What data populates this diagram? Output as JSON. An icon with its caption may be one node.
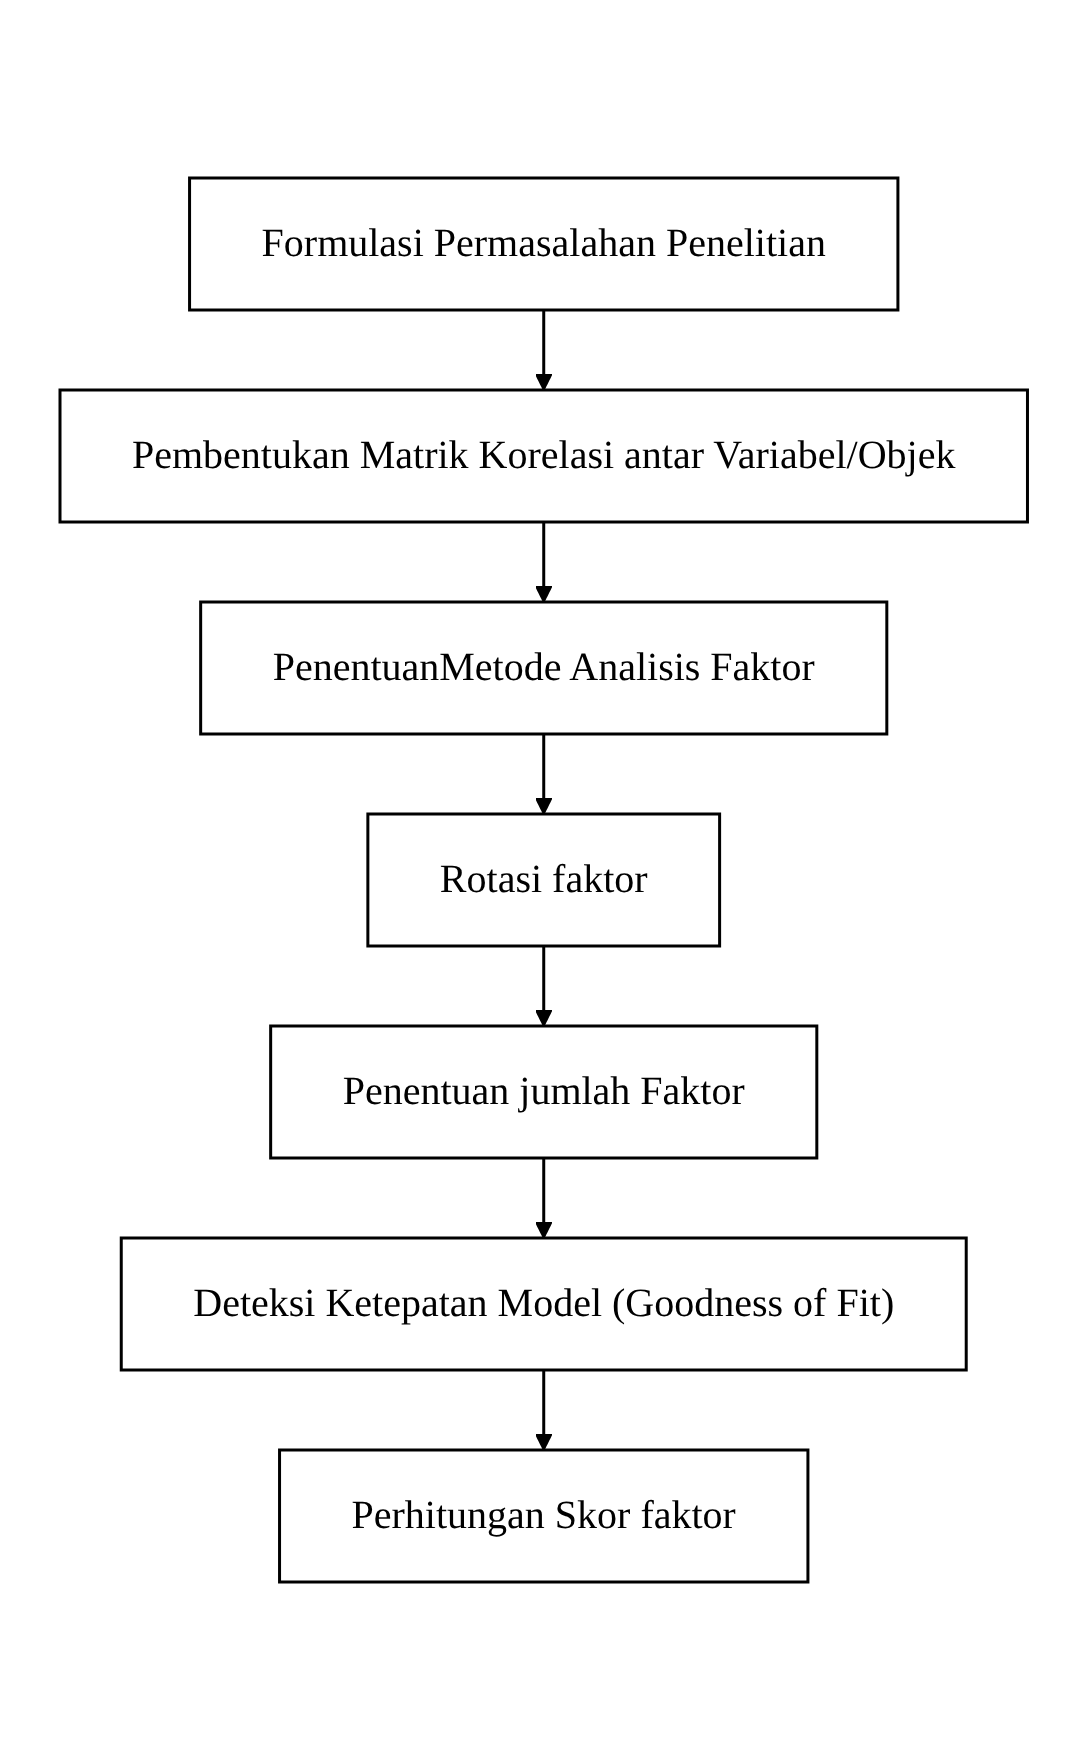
{
  "diagram": {
    "nodes": [
      {
        "text": [
          "Formulasi Permasalahan Penelitian"
        ]
      },
      {
        "text": [
          "Pembentukan Matrik Korelasi antar Variabel/Objek"
        ]
      },
      {
        "text": [
          "PenentuanMetode Analisis Faktor"
        ]
      },
      {
        "text": [
          "Rotasi faktor"
        ]
      },
      {
        "text": [
          "Penentuan jumlah Faktor"
        ]
      },
      {
        "text": [
          "Deteksi Ketepatan Model (Goodness of Fit)"
        ]
      },
      {
        "text": [
          "Perhitungan Skor faktor"
        ]
      }
    ],
    "edges": [
      {
        "from": 0,
        "to": 1,
        "arrow": "to"
      },
      {
        "from": 1,
        "to": 2,
        "arrow": "to"
      },
      {
        "from": 2,
        "to": 3,
        "arrow": "to"
      },
      {
        "from": 3,
        "to": 4,
        "arrow": "to"
      },
      {
        "from": 4,
        "to": 5,
        "arrow": "to"
      },
      {
        "from": 5,
        "to": 6,
        "arrow": "to"
      }
    ]
  }
}
